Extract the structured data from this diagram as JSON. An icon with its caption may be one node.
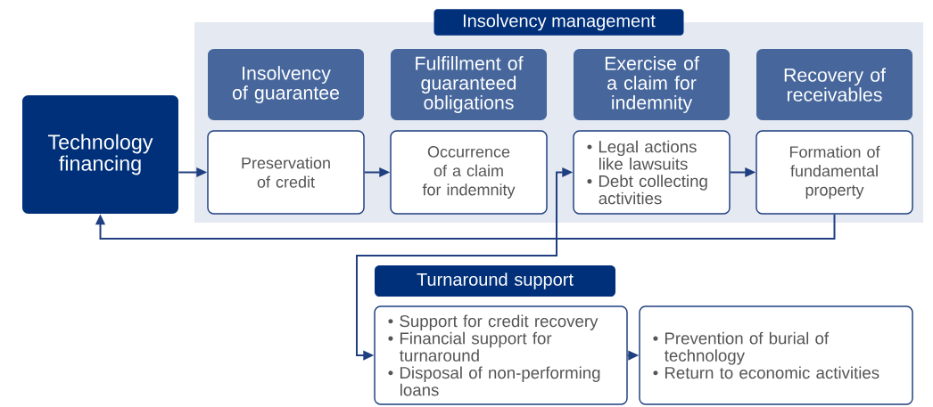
{
  "diagram": {
    "nodes": [
      {
        "text": [
          "Insolvency management"
        ]
      },
      {
        "text": [
          "Technology financing"
        ]
      },
      {
        "text": [
          "Insolvency of guarantee"
        ],
        "in": 0
      },
      {
        "text": [
          "Fulfillment of guaranteed obligations"
        ],
        "in": 0
      },
      {
        "text": [
          "Exercise of a claim for indemnity"
        ],
        "in": 0
      },
      {
        "text": [
          "Recovery of receivables"
        ],
        "in": 0
      },
      {
        "text": [
          "Preservation of credit"
        ],
        "in": 0
      },
      {
        "text": [
          "Occurrence of a claim for indemnity"
        ],
        "in": 0
      },
      {
        "text": [
          "• Legal actions like lawsuits",
          "• Debt collecting activities"
        ],
        "in": 0
      },
      {
        "text": [
          "Formation of fundamental property"
        ],
        "in": 0
      },
      {
        "text": [
          "Turnaround support"
        ]
      },
      {
        "text": [
          "• Support for credit recovery",
          "• Financial support for turnaround",
          "• Disposal of non-performing loans"
        ]
      },
      {
        "text": [
          "• Prevention of burial of technology",
          "• Return to economic activities"
        ]
      }
    ],
    "edges": [
      {
        "from": 1,
        "to": 6,
        "arrow": "to"
      },
      {
        "from": 6,
        "to": 7,
        "arrow": "to"
      },
      {
        "from": 8,
        "to": 9,
        "arrow": "to"
      },
      {
        "from": 9,
        "to": 1,
        "arrow": "to"
      },
      {
        "from": 8,
        "to": 11,
        "arrow": "both"
      },
      {
        "from": 11,
        "to": 12,
        "arrow": "to"
      }
    ]
  }
}
